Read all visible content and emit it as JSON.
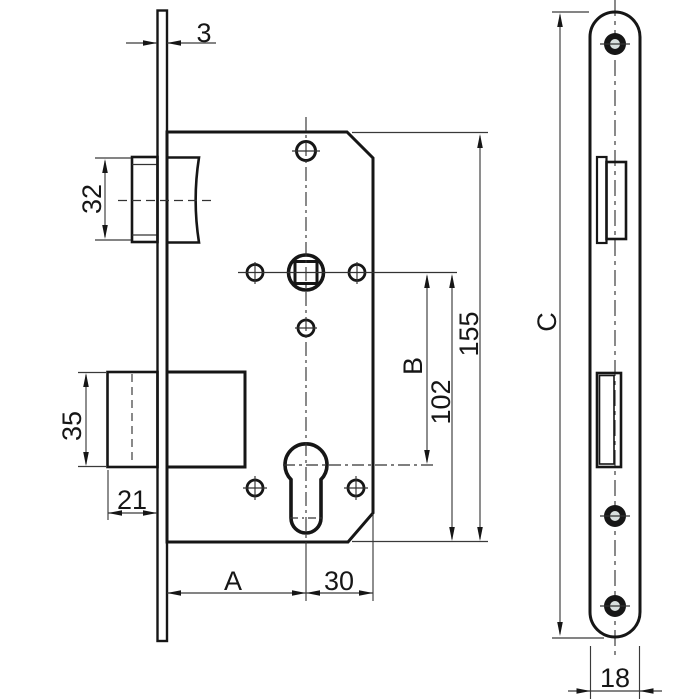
{
  "dimensions": {
    "faceplate_thickness": "3",
    "latch_height": "32",
    "deadbolt_height": "35",
    "deadbolt_throw": "21",
    "backset": "A",
    "cylinder_to_edge": "30",
    "spindle_to_cylinder": "B",
    "edge_to_spindle": "102",
    "case_height": "155",
    "faceplate_length": "C",
    "faceplate_width": "18"
  },
  "colors": {
    "outline": "#161616",
    "case_fill": "#dde4e2",
    "bolt_fill": "#c8d1d2",
    "plate_fill": "#dfe6e4",
    "inset_fill": "#ccd4d4",
    "cylinder_fill": "#d3dad9",
    "cutout_fill": "#f2f6f5"
  }
}
